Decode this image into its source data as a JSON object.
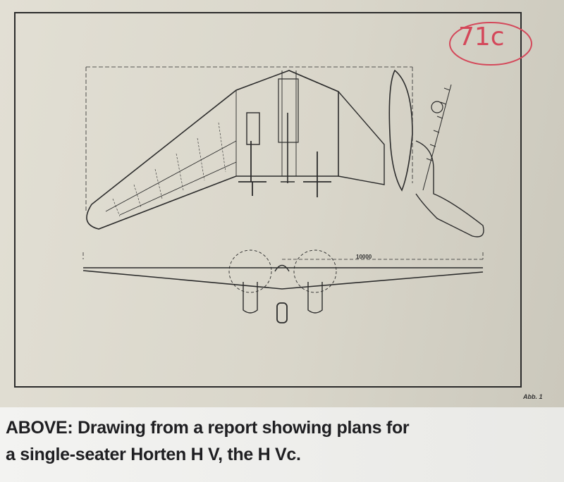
{
  "figure": {
    "annotation": "71c",
    "dimension_label": "10000",
    "figure_label": "Abb. 1"
  },
  "caption": {
    "line1": "ABOVE: Drawing from a report showing plans for",
    "line2": "a single-seater Horten H V, the H Vc."
  },
  "colors": {
    "ink": "#2a2a2a",
    "annotation": "#d4485a"
  }
}
